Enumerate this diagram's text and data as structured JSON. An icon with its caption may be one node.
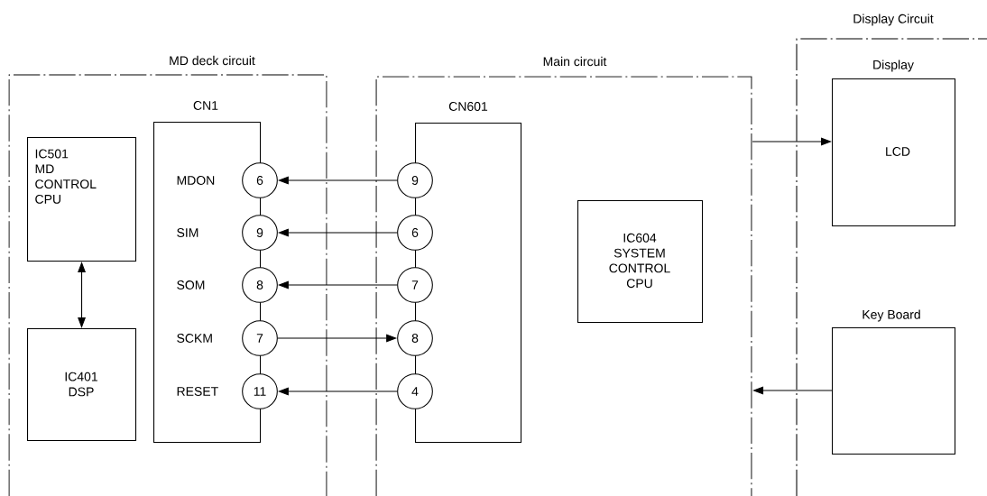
{
  "diagram": {
    "nodes": [
      {
        "text": [
          "MD deck circuit"
        ]
      },
      {
        "text": [
          "IC501 MD CONTROL CPU"
        ],
        "in": 0
      },
      {
        "text": [
          "IC401 DSP"
        ],
        "in": 0
      },
      {
        "text": [
          "CN1"
        ],
        "in": 0
      },
      {
        "text": [
          "6"
        ],
        "in": 0
      },
      {
        "text": [
          "9"
        ],
        "in": 0
      },
      {
        "text": [
          "8"
        ],
        "in": 0
      },
      {
        "text": [
          "7"
        ],
        "in": 0
      },
      {
        "text": [
          "11"
        ],
        "in": 0
      },
      {
        "text": [
          "Main circuit"
        ]
      },
      {
        "text": [
          "CN601"
        ],
        "in": 9
      },
      {
        "text": [
          "9"
        ],
        "in": 9
      },
      {
        "text": [
          "6"
        ],
        "in": 9
      },
      {
        "text": [
          "7"
        ],
        "in": 9
      },
      {
        "text": [
          "8"
        ],
        "in": 9
      },
      {
        "text": [
          "4"
        ],
        "in": 9
      },
      {
        "text": [
          "IC604 SYSTEM CONTROL CPU"
        ],
        "in": 9
      },
      {
        "text": [
          "Display Circuit"
        ]
      },
      {
        "text": [
          "Display",
          "LCD"
        ],
        "in": 17
      },
      {
        "text": [
          "Key Board"
        ],
        "in": 17
      }
    ],
    "edges": [
      {
        "from": 1,
        "to": 2,
        "arrow": "both"
      },
      {
        "from": 11,
        "to": 4,
        "arrow": "to"
      },
      {
        "from": 12,
        "to": 5,
        "arrow": "to"
      },
      {
        "from": 13,
        "to": 6,
        "arrow": "to"
      },
      {
        "from": 7,
        "to": 14,
        "arrow": "to"
      },
      {
        "from": 15,
        "to": 8,
        "arrow": "to"
      },
      {
        "from": 9,
        "to": 18,
        "arrow": "to"
      },
      {
        "from": 19,
        "to": 9,
        "arrow": "to"
      }
    ],
    "labels": [
      "MDON",
      "SIM",
      "SOM",
      "SCKM",
      "RESET"
    ]
  }
}
